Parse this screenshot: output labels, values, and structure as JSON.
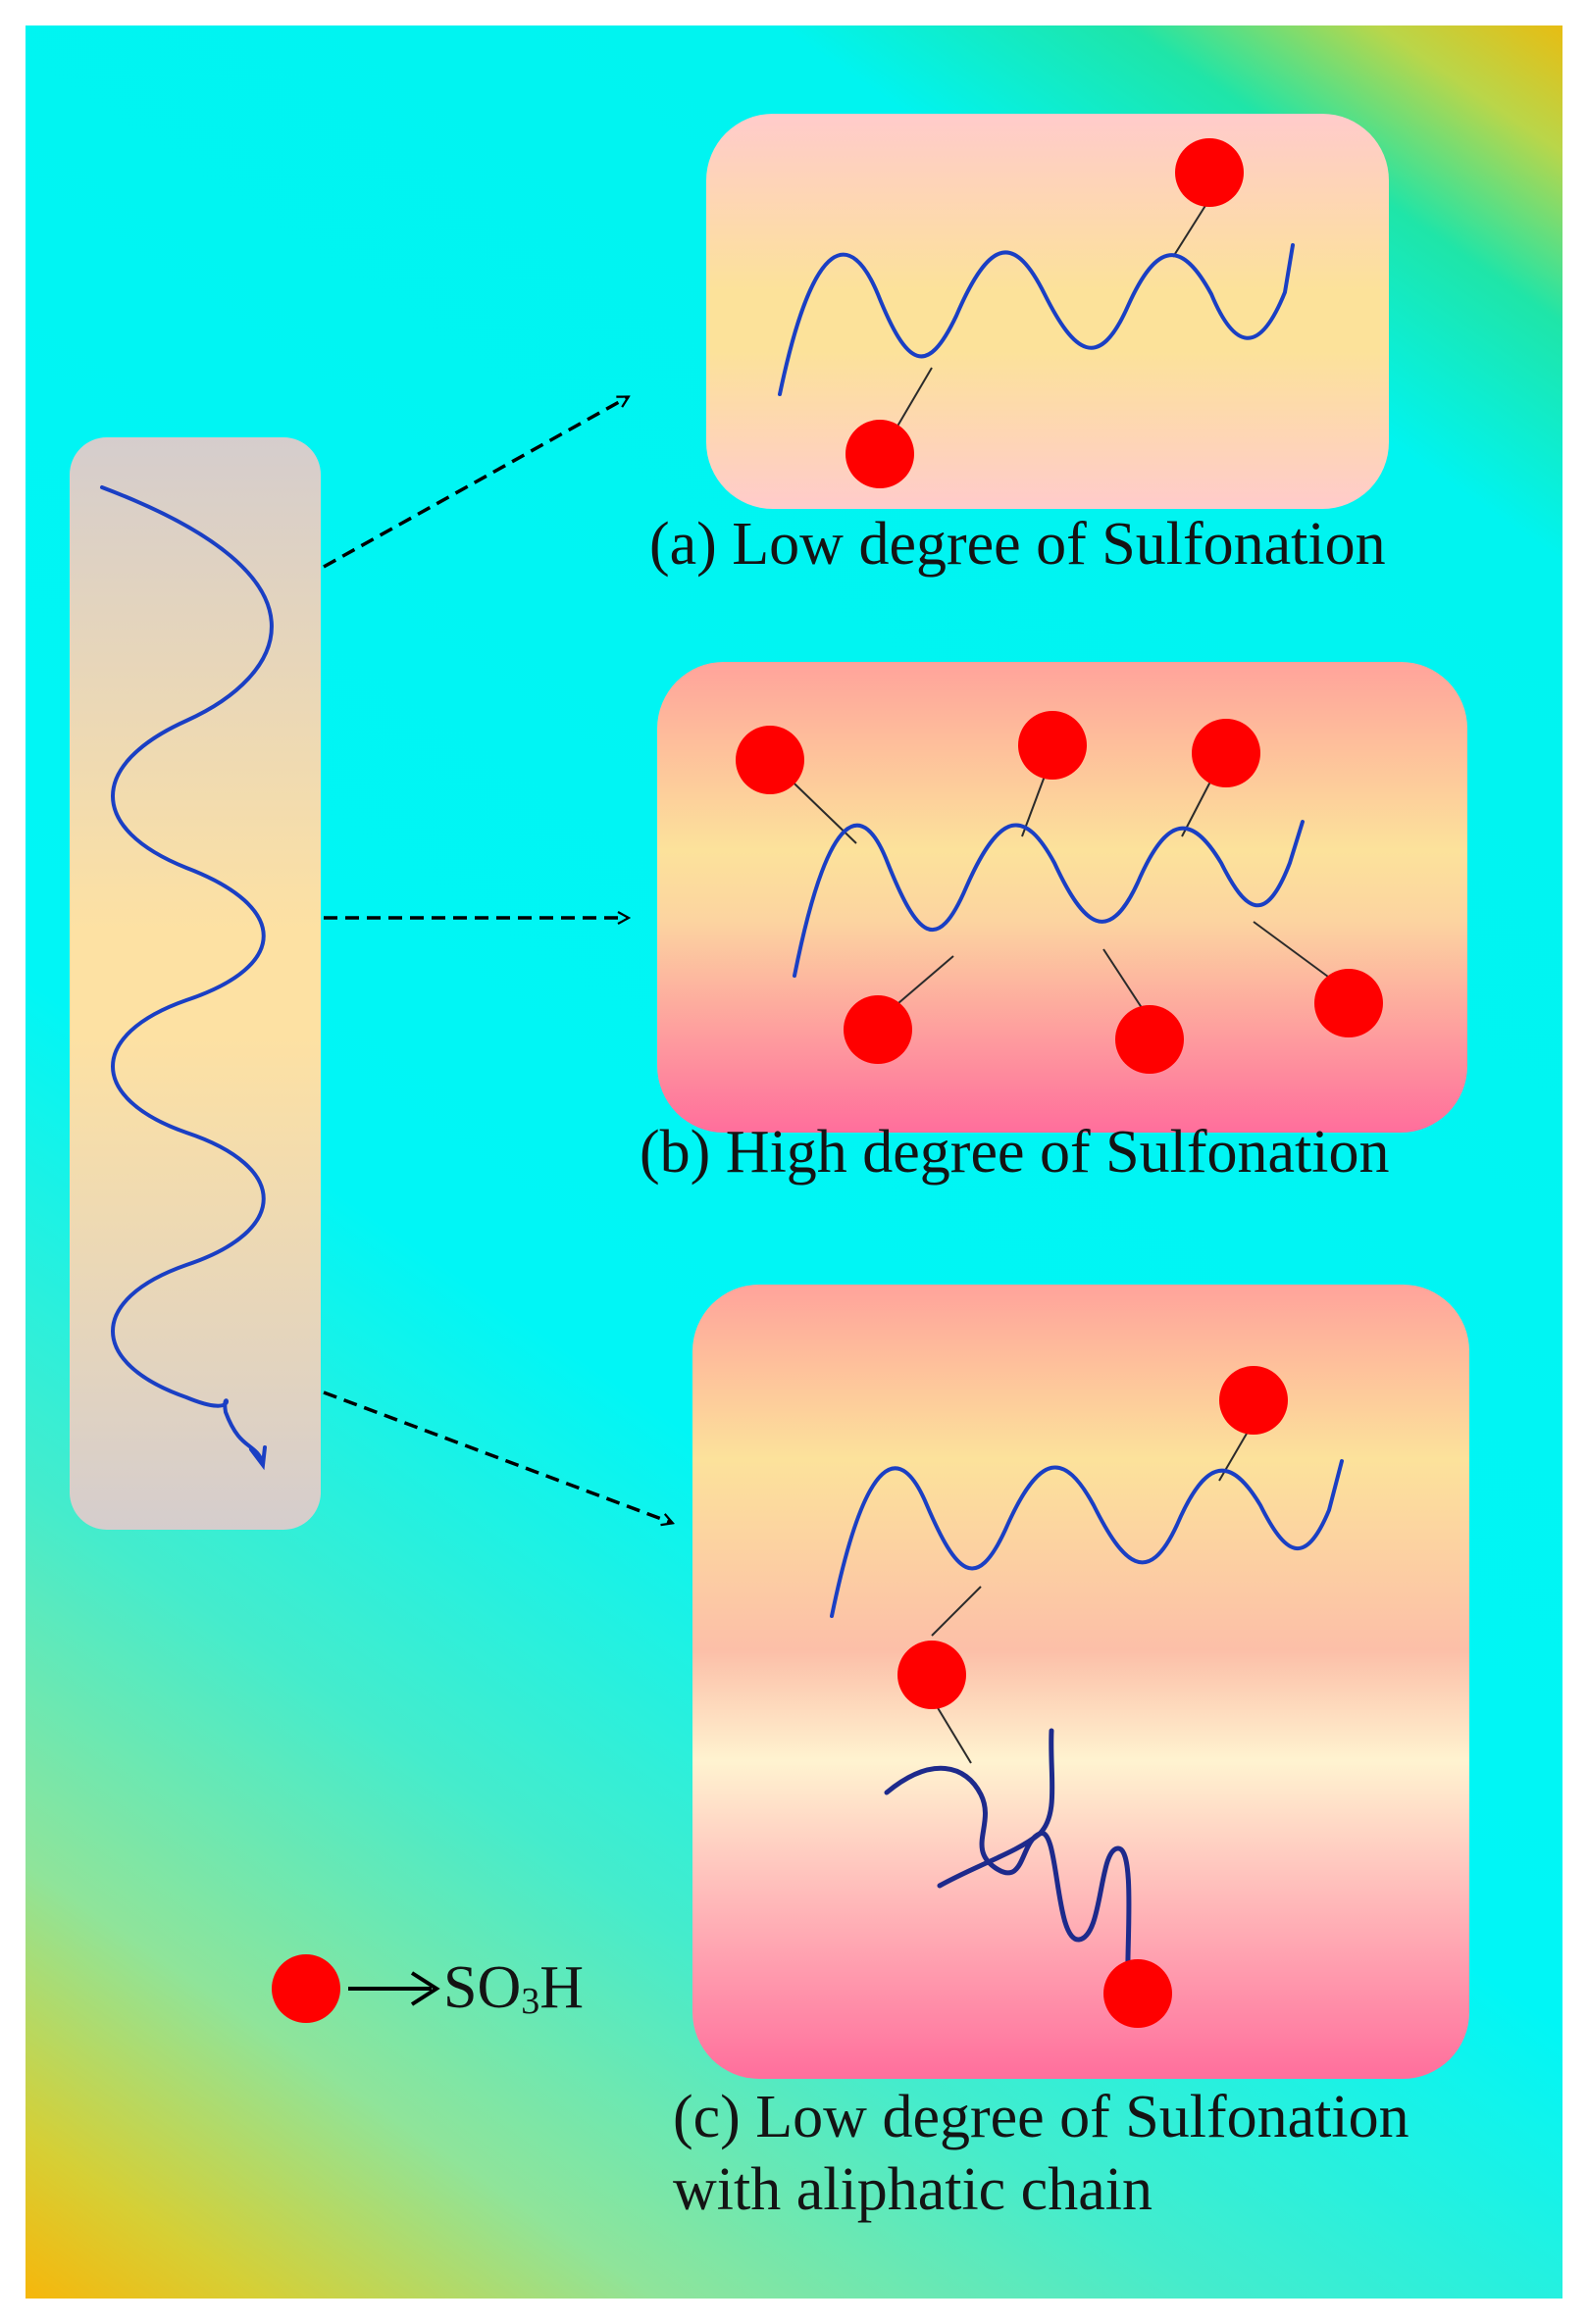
{
  "labels": {
    "a": "(a) Low degree of Sulfonation",
    "b": "(b) High degree of Sulfonation",
    "c_line1": "(c) Low degree of Sulfonation",
    "c_line2": "with aliphatic chain"
  },
  "legend": {
    "formula_main": "SO",
    "formula_sub": "3",
    "formula_end": "H"
  },
  "colors": {
    "background_main": "#00f6f6",
    "background_corner": "#f4b400",
    "polymer_chain": "#1a3fc4",
    "aliphatic_chain": "#1d2a8c",
    "sulfonic_group": "#ff0000",
    "arrow": "#000000",
    "source_panel_edge": "#d6cdcd",
    "source_panel_mid": "#fde1a2",
    "panel_a_top": "#ffcccc",
    "panel_b_top": "#ffa39a",
    "panel_b_bottom": "#ff6f9c"
  }
}
